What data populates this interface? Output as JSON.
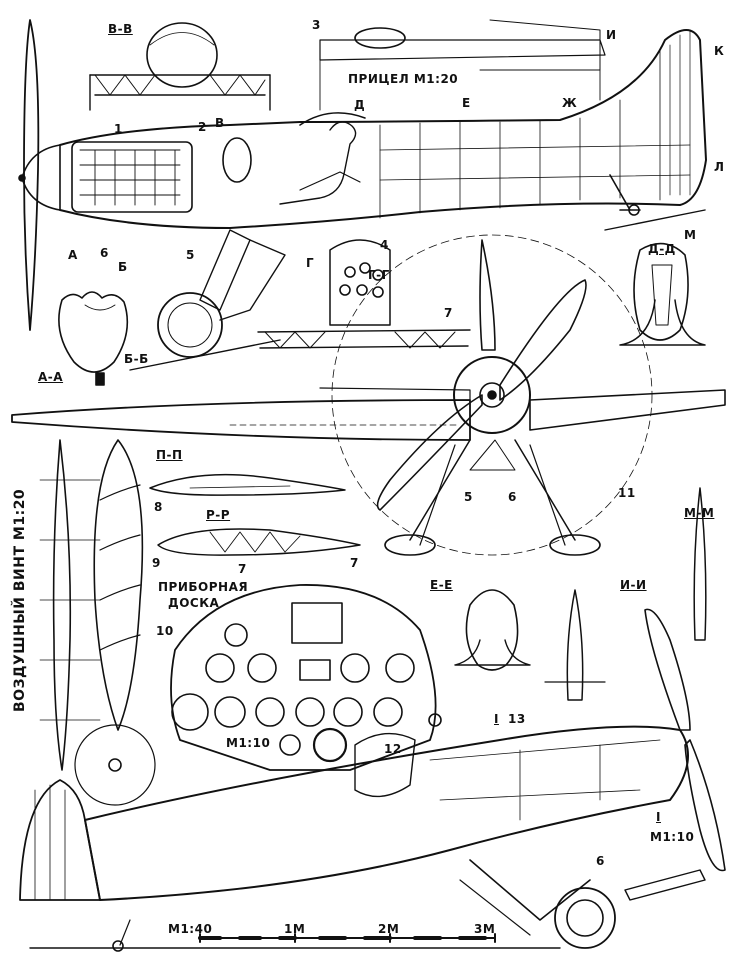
{
  "section_labels": {
    "vv": "В-В",
    "bb": "Б-Б",
    "aa": "А-А",
    "gg": "Г-Г",
    "dd": "Д-Д",
    "pp": "П-П",
    "rr": "Р-Р",
    "ee": "Е-Е",
    "ii": "И-И",
    "mm": "М-М"
  },
  "cut_marks": {
    "a": "А",
    "b": "Б",
    "v": "В",
    "g": "Г",
    "d": "Д",
    "e": "Е",
    "zh": "Ж",
    "i": "И",
    "k": "К",
    "l": "Л",
    "m": "М"
  },
  "part_numbers": {
    "n1": "1",
    "n2": "2",
    "n3": "3",
    "n4": "4",
    "n5a": "5",
    "n6a": "6",
    "n7a": "7",
    "n5b": "5",
    "n6b": "6",
    "n8": "8",
    "n9": "9",
    "n7b": "7",
    "n7c": "7",
    "n10": "10",
    "n11": "11",
    "n12": "12",
    "n13": "13",
    "n6c": "6",
    "roman1a": "I",
    "roman1b": "I"
  },
  "captions": {
    "sight": "ПРИЦЕЛ М1:20",
    "propeller": "ВОЗДУШНЫЙ ВИНТ М1:20",
    "panel_line1": "ПРИБОРНАЯ",
    "panel_line2": "ДОСКА",
    "panel_scale": "М1:10",
    "detail_scale": "М1:10"
  },
  "scale_bar": {
    "scale": "М1:40",
    "ticks": [
      "1М",
      "2М",
      "3М"
    ]
  }
}
